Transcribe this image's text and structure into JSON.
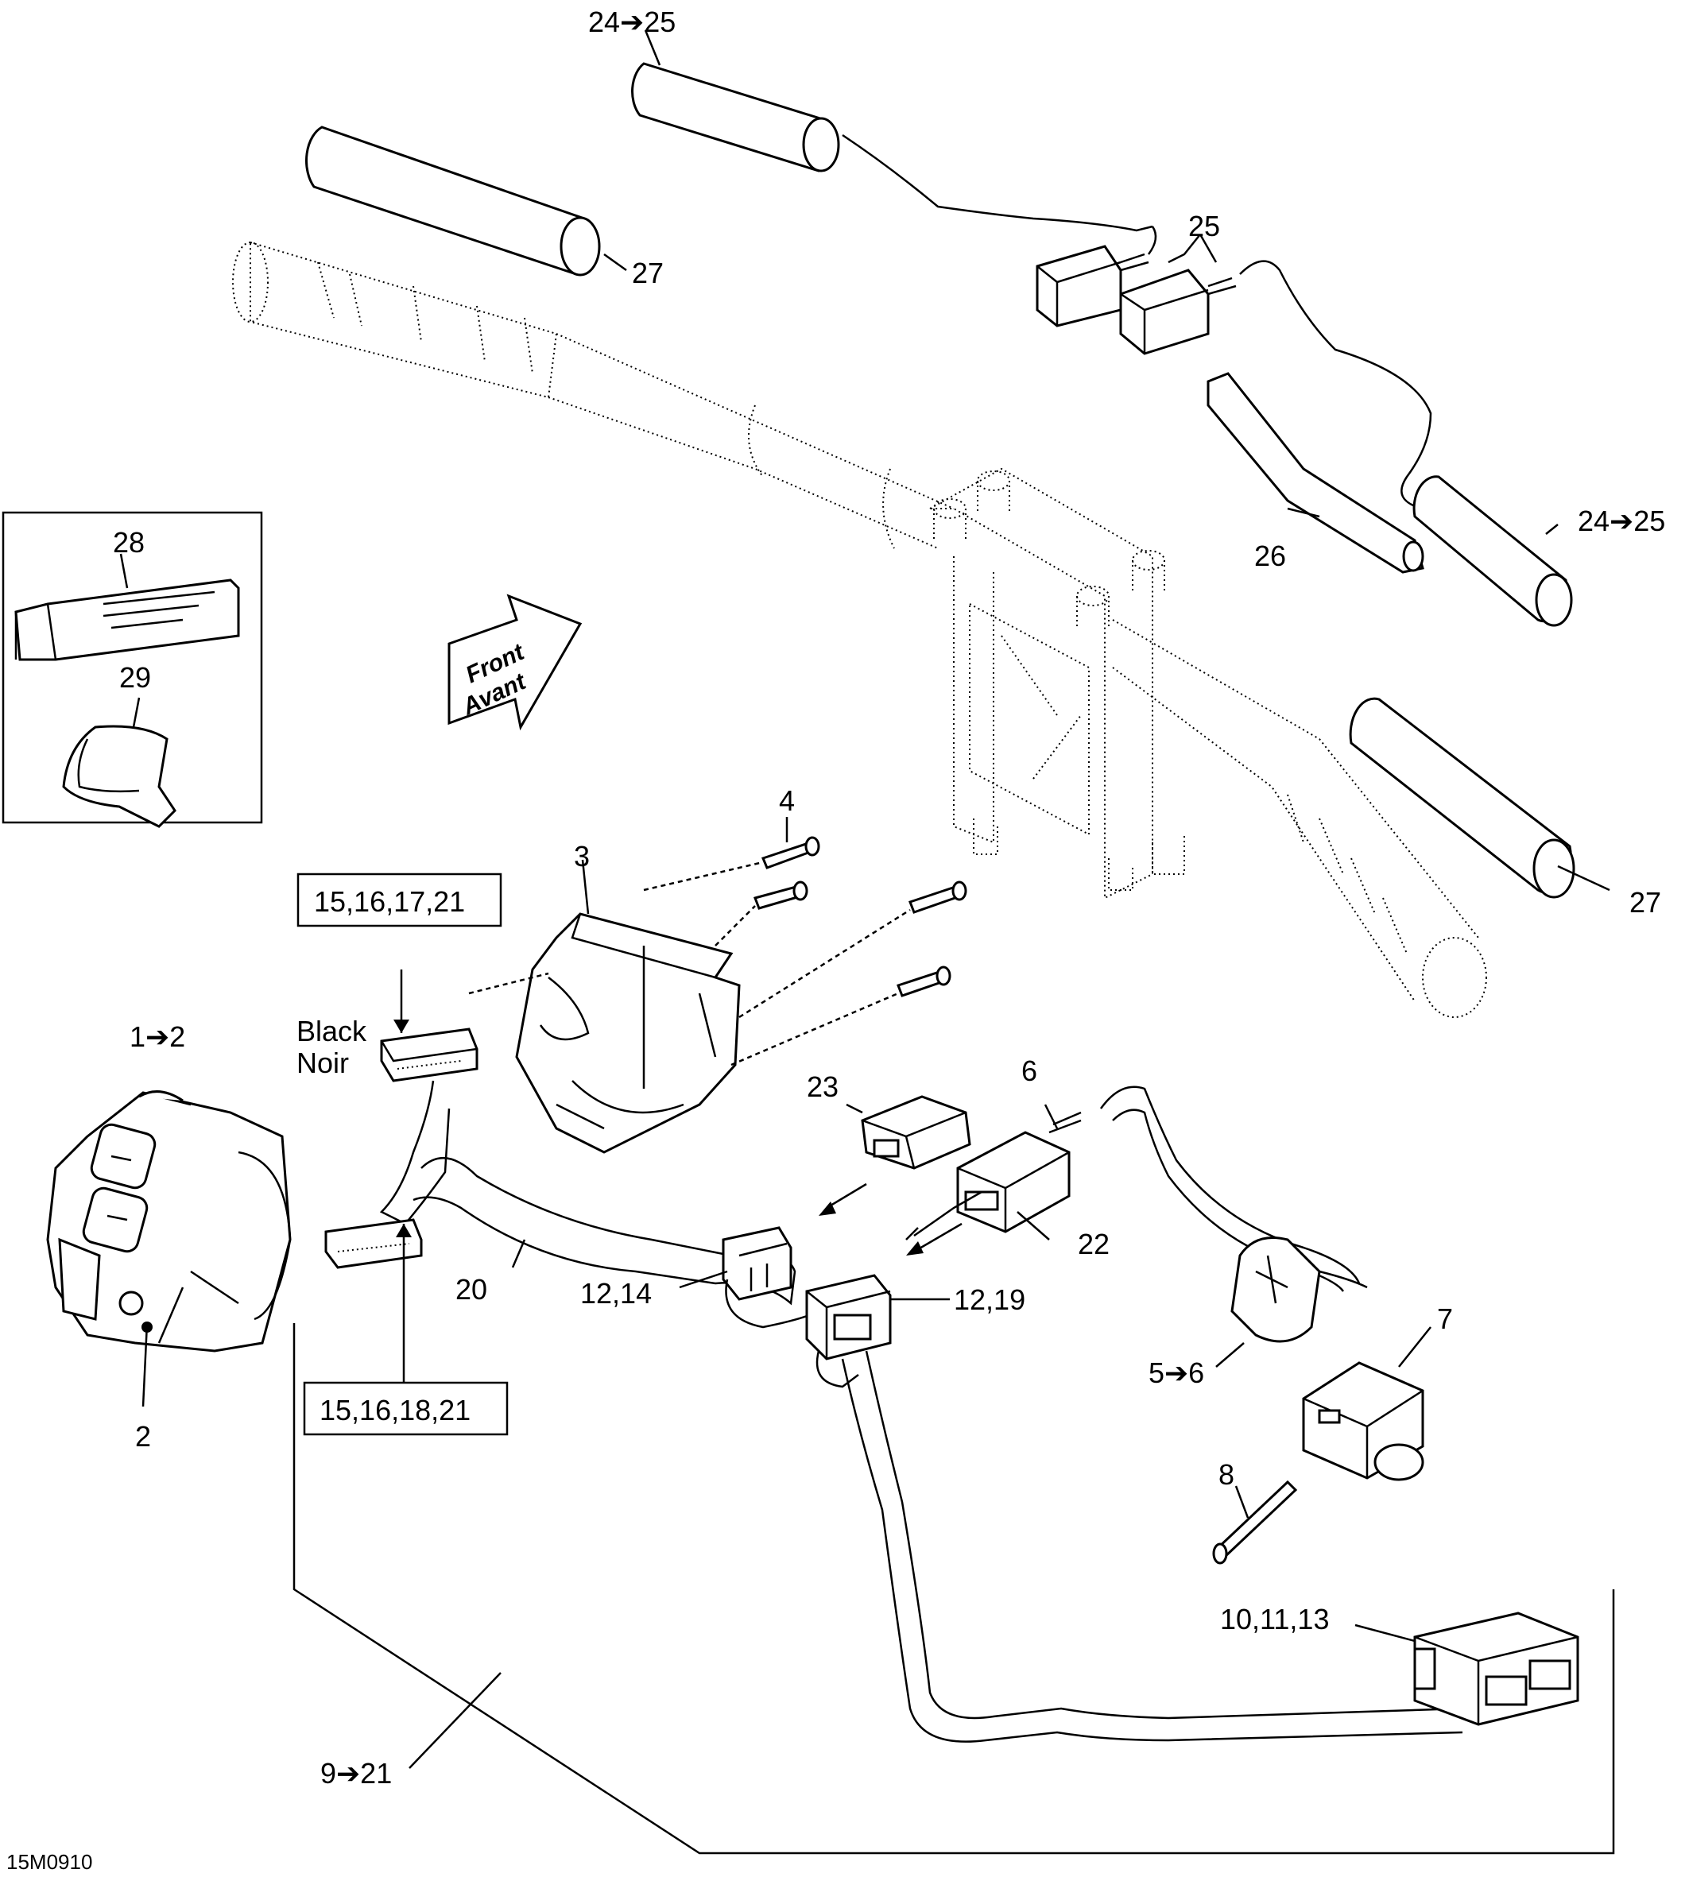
{
  "labels": {
    "l1": "24➔25",
    "l2": "27",
    "l3": "25",
    "l4": "24➔25",
    "l5": "26",
    "l6": "27",
    "l7": "28",
    "l8": "29",
    "l9": "4",
    "l10": "3",
    "l11": "15,16,17,21",
    "l12": "Black",
    "l13": "Noir",
    "l14": "1➔2",
    "l15": "2",
    "l16": "23",
    "l17": "6",
    "l18": "22",
    "l19": "20",
    "l20": "12,14",
    "l21": "12,19",
    "l22": "15,16,18,21",
    "l23": "5➔6",
    "l24": "7",
    "l25": "8",
    "l26": "10,11,13",
    "l27": "9➔21",
    "l28": "15M0910"
  },
  "direction_arrow": {
    "line1": "Front",
    "line2": "Avant"
  }
}
